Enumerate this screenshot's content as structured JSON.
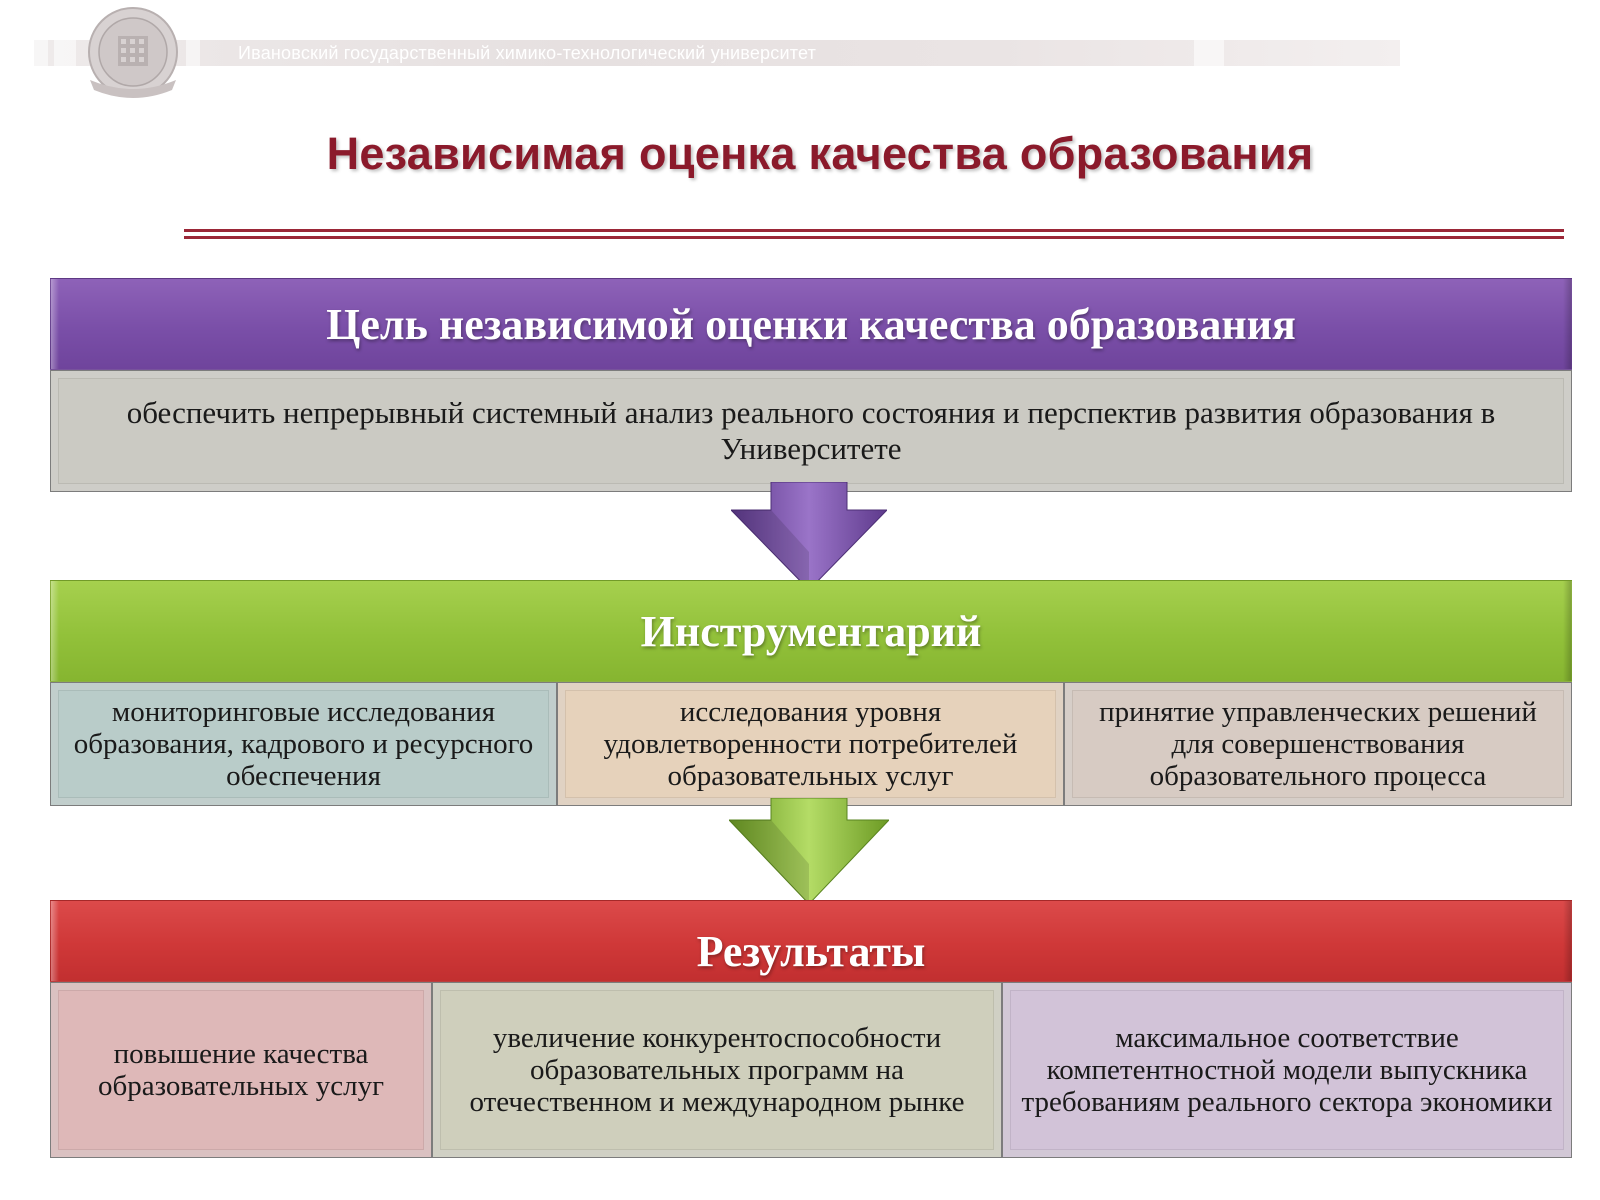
{
  "header": {
    "university": "Ивановский государственный химико-технологический университет"
  },
  "title": "Независимая оценка качества образования",
  "goal": {
    "heading": "Цель независимой оценки качества образования",
    "text": "обеспечить непрерывный системный анализ реального состояния и перспектив развития образования в Университете"
  },
  "tools": {
    "heading": "Инструментарий",
    "items": [
      "мониторинговые исследования образования, кадрового и ресурсного обеспечения",
      "исследования уровня удовлетворенности потребителей образовательных услуг",
      "принятие управленческих решений для совершенствования образовательного процесса"
    ]
  },
  "results": {
    "heading": "Результаты",
    "items": [
      "повышение качества образовательных услуг",
      "увеличение конкурентоспособности образовательных программ на отечественном и международном рынке",
      "максимальное соответствие компетентностной модели выпускника требованиям реального сектора экономики"
    ]
  },
  "colors": {
    "title": "#8b1a2b",
    "goal_bar": "#7a4fa8",
    "tools_bar": "#92c13a",
    "results_bar": "#cf3838"
  },
  "icons": {
    "logo": "university-seal-icon",
    "arrow1": "arrow-down-icon",
    "arrow2": "arrow-down-icon"
  }
}
